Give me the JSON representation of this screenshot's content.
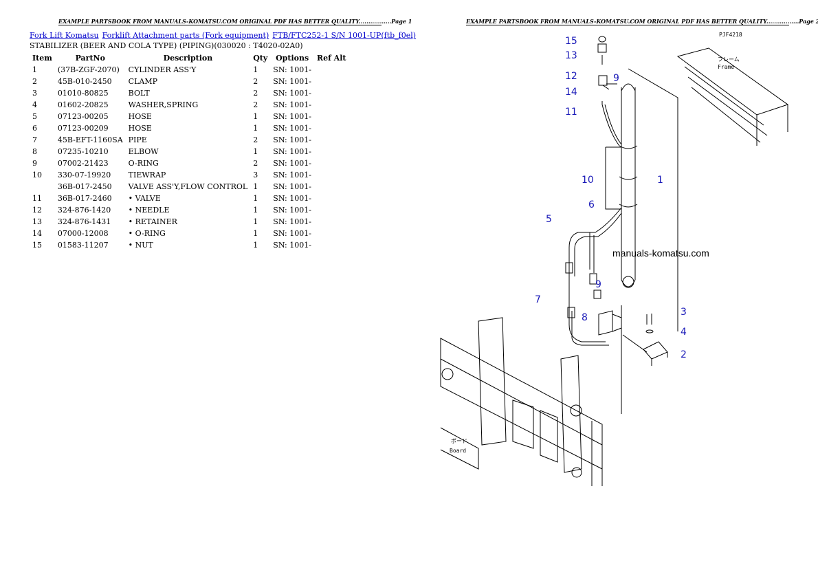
{
  "header": {
    "page1": "EXAMPLE PARTSBOOK FROM MANUALS-KOMATSU.COM ORIGINAL PDF HAS BETTER QUALITY.................Page 1",
    "page2": "EXAMPLE PARTSBOOK FROM MANUALS-KOMATSU.COM ORIGINAL PDF HAS BETTER QUALITY.................Page 2"
  },
  "breadcrumb": [
    "Fork Lift Komatsu",
    "Forklift Attachment parts (Fork equipment)",
    "FTB/FTC252-1 S/N 1001-UP(ftb_f0el)"
  ],
  "subtitle": "STABILIZER (BEER AND COLA TYPE) (PIPING)(030020 : T4020-02A0)",
  "table": {
    "headers": [
      "Item",
      "PartNo",
      "Description",
      "Qty",
      "Options",
      "Ref Alt"
    ],
    "rows": [
      [
        "1",
        "(37B-ZGF-2070)",
        "CYLINDER ASS'Y",
        "1",
        "SN: 1001-",
        ""
      ],
      [
        "2",
        "45B-010-2450",
        "CLAMP",
        "2",
        "SN: 1001-",
        ""
      ],
      [
        "3",
        "01010-80825",
        "BOLT",
        "2",
        "SN: 1001-",
        ""
      ],
      [
        "4",
        "01602-20825",
        "WASHER,SPRING",
        "2",
        "SN: 1001-",
        ""
      ],
      [
        "5",
        "07123-00205",
        "HOSE",
        "1",
        "SN: 1001-",
        ""
      ],
      [
        "6",
        "07123-00209",
        "HOSE",
        "1",
        "SN: 1001-",
        ""
      ],
      [
        "7",
        "45B-EFT-1160SA",
        "PIPE",
        "2",
        "SN: 1001-",
        ""
      ],
      [
        "8",
        "07235-10210",
        "ELBOW",
        "1",
        "SN: 1001-",
        ""
      ],
      [
        "9",
        "07002-21423",
        "O-RING",
        "2",
        "SN: 1001-",
        ""
      ],
      [
        "10",
        "330-07-19920",
        "TIEWRAP",
        "3",
        "SN: 1001-",
        ""
      ],
      [
        "",
        "36B-017-2450",
        "VALVE ASS'Y,FLOW CONTROL",
        "1",
        "SN: 1001-",
        ""
      ],
      [
        "11",
        "36B-017-2460",
        "• VALVE",
        "1",
        "SN: 1001-",
        ""
      ],
      [
        "12",
        "324-876-1420",
        "• NEEDLE",
        "1",
        "SN: 1001-",
        ""
      ],
      [
        "13",
        "324-876-1431",
        "• RETAINER",
        "1",
        "SN: 1001-",
        ""
      ],
      [
        "14",
        "07000-12008",
        "• O-RING",
        "1",
        "SN: 1001-",
        ""
      ],
      [
        "15",
        "01583-11207",
        "• NUT",
        "1",
        "SN: 1001-",
        ""
      ]
    ]
  },
  "diagram": {
    "code": "PJF4218",
    "watermark": "manuals-komatsu.com",
    "frame_label_jp": "フレーム",
    "frame_label": "Frame",
    "board_label_jp": "ボード",
    "board_label": "Board",
    "callouts": [
      "15",
      "13",
      "12",
      "9",
      "14",
      "11",
      "10",
      "1",
      "6",
      "5",
      "9",
      "7",
      "8",
      "3",
      "4",
      "2"
    ]
  }
}
